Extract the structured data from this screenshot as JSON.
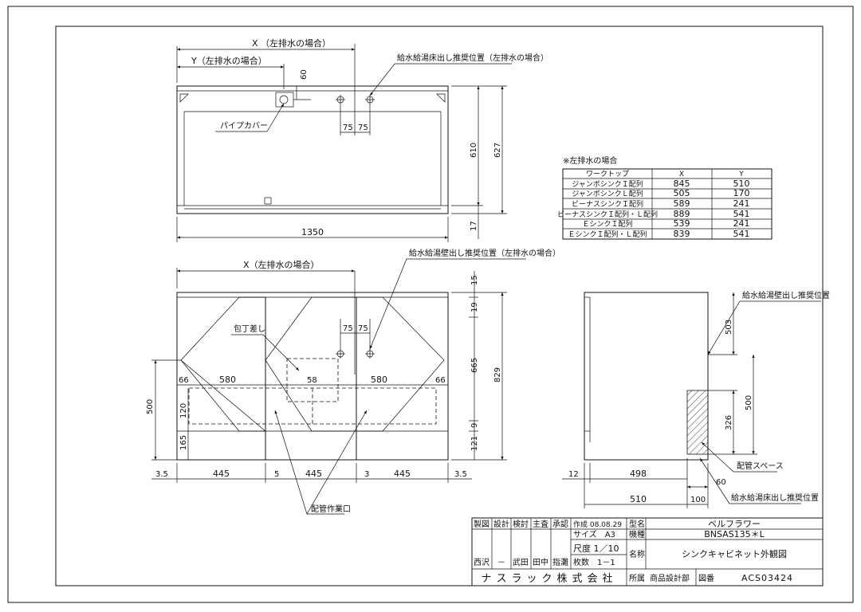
{
  "top_view": {
    "dim_x_label": "X （左排水の場合）",
    "dim_y_label": "Y（左排水の場合）",
    "note_floor_label": "給水給湯床出し推奨位置（左排水の場合）",
    "pipe_cover_label": "パイプカバー",
    "dims": {
      "d60": "60",
      "d75a": "75",
      "d75b": "75",
      "d610": "610",
      "d627": "627",
      "d17": "17",
      "d1350": "1350"
    }
  },
  "drain_table": {
    "title": "※左排水の場合",
    "headers": [
      "ワークトップ",
      "X",
      "Y"
    ],
    "rows": [
      [
        "ジャンボシンクＩ配列",
        "845",
        "510"
      ],
      [
        "ジャンボシンクＬ配列",
        "505",
        "170"
      ],
      [
        "ビーナスシンクＩ配列",
        "589",
        "241"
      ],
      [
        "ビーナスシンクＩ配列・Ｌ配列",
        "889",
        "541"
      ],
      [
        "ＥシンクＩ配列",
        "539",
        "241"
      ],
      [
        "ＥシンクＩ配列・Ｌ配列",
        "839",
        "541"
      ]
    ]
  },
  "front_view": {
    "dim_x_label": "X（左排水の場合）",
    "note_wall_label": "給水給湯壁出し推奨位置（左排水の場合）",
    "knife_label": "包丁差し",
    "work_opening_label": "配管作業口",
    "dims": {
      "d15": "15",
      "d19": "19",
      "d665": "665",
      "d9": "9",
      "d121": "121",
      "d829": "829",
      "d75a": "75",
      "d75b": "75",
      "d66a": "66",
      "d580a": "580",
      "d58": "58",
      "d580b": "580",
      "d66b": "66",
      "d500": "500",
      "d120": "120",
      "d165": "165",
      "b35a": "3.5",
      "b445a": "445",
      "b5": "5",
      "b445b": "445",
      "b3": "3",
      "b445c": "445",
      "b35b": "3.5"
    }
  },
  "side_view": {
    "wall_label": "給水給湯壁出し推奨位置",
    "space_label": "配管スペース",
    "floor_label": "給水給湯床出し推奨位置",
    "dims": {
      "d503": "503",
      "d326": "326",
      "d500": "500",
      "d12": "12",
      "d498": "498",
      "d60": "60",
      "d510": "510",
      "d100": "100"
    }
  },
  "title_block": {
    "roles": [
      "製図",
      "設計",
      "検討",
      "主査",
      "承認"
    ],
    "names": [
      "西沢",
      "－",
      "武田",
      "田中",
      "指灘"
    ],
    "date": "作成 08.08.29",
    "size": "サイズ　A3",
    "scale": "尺度 1／10",
    "sheets": "枚数　1－1",
    "model_type_label": "型名",
    "model_type_value": "ベルフラワー",
    "model_label": "機種",
    "model_value": "BNSAS135＊L",
    "name_label": "名称",
    "name_value": "シンクキャビネット外観図",
    "company": "ナスラック株式会社",
    "dept_label": "所属",
    "dept_value": "商品設計部",
    "drawing_no_label": "図番",
    "drawing_no_value": "ACS03424"
  }
}
